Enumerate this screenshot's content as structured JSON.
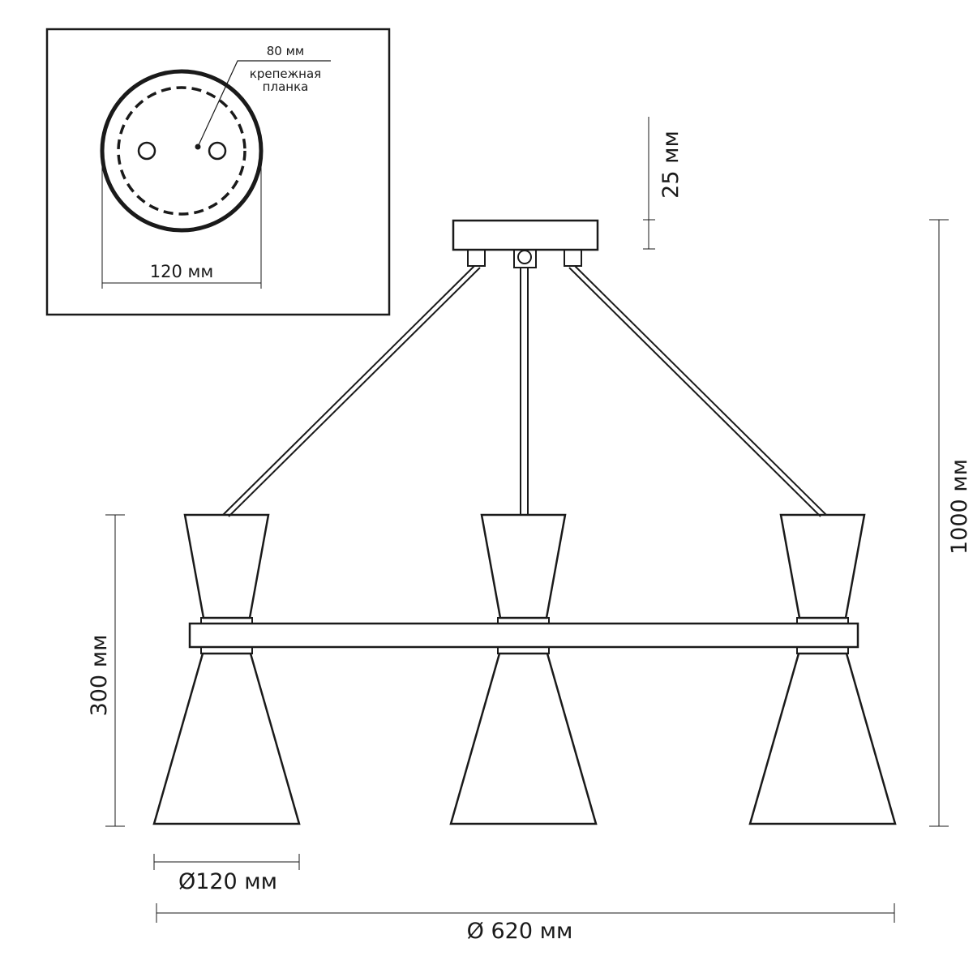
{
  "inset": {
    "bar_spacing_label": "80 мм",
    "bracket_label_line1": "крепежная",
    "bracket_label_line2": "планка",
    "canopy_diameter_label": "120 мм"
  },
  "dimensions": {
    "canopy_height_label": "25 мм",
    "total_height_label": "1000 мм",
    "shade_height_label": "300 мм",
    "shade_diameter_label": "Ø120 мм",
    "total_width_label": "Ø 620 мм"
  },
  "colors": {
    "line": "#1a1a1a",
    "background": "#ffffff"
  }
}
